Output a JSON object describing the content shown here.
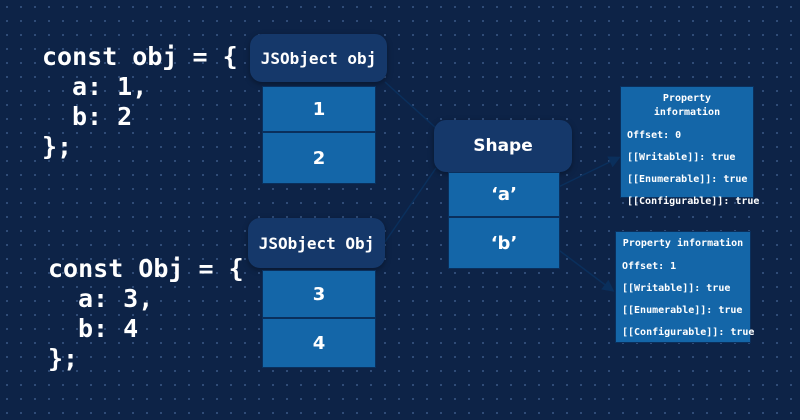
{
  "code_blocks": {
    "obj": [
      "const obj = {",
      "a: 1,",
      "b: 2",
      "};"
    ],
    "Obj": [
      "const Obj = {",
      "a: 3,",
      "b: 4",
      "};"
    ]
  },
  "objects": [
    {
      "header": "JSObject obj",
      "slots": [
        "1",
        "2"
      ]
    },
    {
      "header": "JSObject Obj",
      "slots": [
        "3",
        "4"
      ]
    }
  ],
  "shape": {
    "title": "Shape",
    "keys": [
      "‘a’",
      "‘b’"
    ]
  },
  "property_info": [
    {
      "title": "Property information",
      "offset": "Offset: 0",
      "writable": "[[Writable]]: true",
      "enumerable": "[[Enumerable]]: true",
      "configurable": "[[Configurable]]: true"
    },
    {
      "title": "Property information",
      "offset": "Offset: 1",
      "writable": "[[Writable]]: true",
      "enumerable": "[[Enumerable]]: true",
      "configurable": "[[Configurable]]: true"
    }
  ],
  "colors": {
    "background": "#0d2347",
    "header": "#15386a",
    "slot": "#1466a8",
    "line": "#0a2f5c"
  }
}
